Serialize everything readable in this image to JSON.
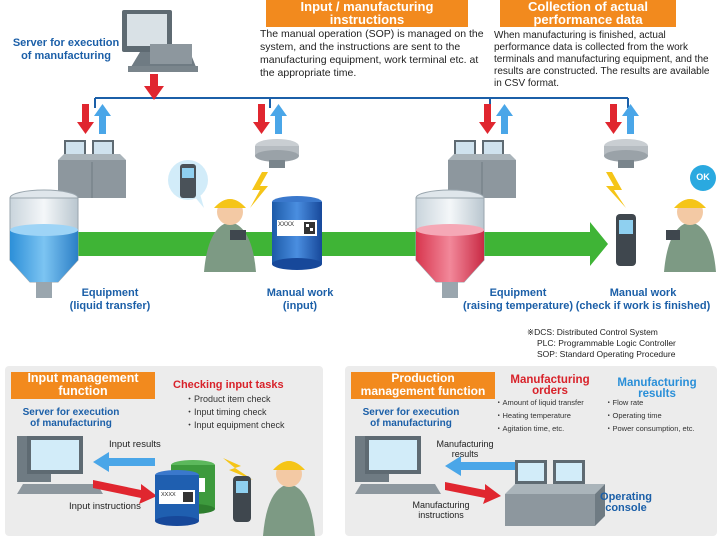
{
  "top": {
    "server_label": "Server for execution\nof manufacturing",
    "input_header": "Input / manufacturing\ninstructions",
    "input_text": "The manual operation (SOP) is managed on the system, and the instructions are sent to the manufacturing equipment, work terminal etc. at the appropriate time.",
    "collection_header": "Collection of actual\nperformance data",
    "collection_text": "When manufacturing is finished, actual performance data is collected from the work terminals and manufacturing equipment, and the results are constructed. The results are available in CSV format.",
    "drum_code": "XXXX",
    "ok_badge": "OK",
    "steps": [
      {
        "label": "Equipment\n(liquid transfer)"
      },
      {
        "label": "Manual work\n(input)"
      },
      {
        "label": "Equipment\n(raising temperature)"
      },
      {
        "label": "Manual work\n(check if work is finished)"
      }
    ]
  },
  "notes": [
    "※DCS: Distributed Control System",
    "PLC: Programmable Logic Controller",
    "SOP: Standard Operating Procedure"
  ],
  "left_panel": {
    "title": "Input management\nfunction",
    "checking_title": "Checking input tasks",
    "checks": [
      "・Product item check",
      "・Input timing check",
      "・Input equipment check"
    ],
    "server_label": "Server for execution\nof manufacturing",
    "input_results": "Input results",
    "input_instructions": "Input instructions",
    "drum_code": "XXXX"
  },
  "right_panel": {
    "title": "Production\nmanagement function",
    "orders_title": "Manufacturing\norders",
    "orders": [
      "・Amount of liquid transfer",
      "・Heating temperature",
      "・Agitation time, etc."
    ],
    "results_title": "Manufacturing\nresults",
    "results": [
      "・Flow rate",
      "・Operating time",
      "・Power consumption, etc."
    ],
    "server_label": "Server for execution\nof manufacturing",
    "mfg_results": "Manufacturing\nresults",
    "mfg_instructions": "Manufacturing\ninstructions",
    "console_label": "Operating\nconsole"
  },
  "colors": {
    "orange": "#f28a1e",
    "red_arrow": "#e0262f",
    "blue_arrow": "#4aa6e8",
    "green_arrow": "#3fb436",
    "brand_blue": "#1b5fa8"
  }
}
